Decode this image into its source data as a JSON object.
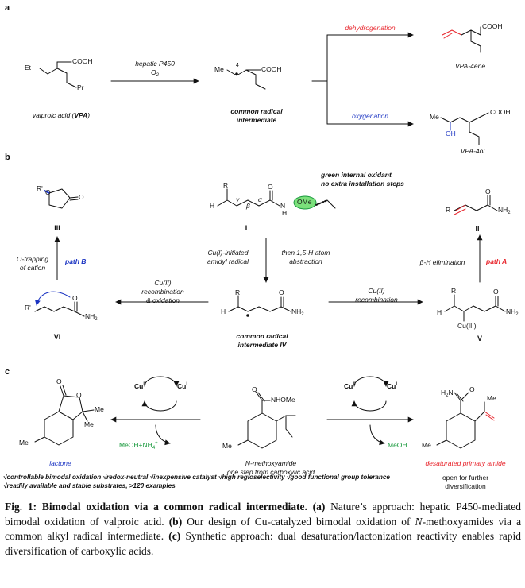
{
  "panels": {
    "a": "a",
    "b": "b",
    "c": "c"
  },
  "panel_a": {
    "vpa_label_pre": "valproic acid (",
    "vpa_label_bold": "VPA",
    "vpa_label_post": ")",
    "reagent_line1": "hepatic P450",
    "reagent_line2_pre": "O",
    "reagent_line2_sub": "2",
    "intermediate_line1": "common radical",
    "intermediate_line2": "intermediate",
    "position_label": "4",
    "route_top": "dehydrogenation",
    "route_bottom": "oxygenation",
    "product_top": "VPA-4ene",
    "product_bottom": "VPA-4ol",
    "atoms": {
      "et": "Et",
      "pr": "Pr",
      "cooh": "COOH",
      "me": "Me",
      "oh": "OH"
    }
  },
  "panel_b": {
    "oxidant_line1": "green internal oxidant",
    "oxidant_line2": "no extra installation steps",
    "ome": "OMe",
    "nh": "N",
    "h": "H",
    "r": "R",
    "r_prime": "R'",
    "gamma": "γ",
    "beta": "β",
    "alpha": "α",
    "nh2": "NH",
    "nh2_sub": "2",
    "o": "O",
    "cu3": "Cu(III)",
    "compound_I": "I",
    "compound_II": "II",
    "compound_III": "III",
    "compound_V": "V",
    "compound_VI": "VI",
    "step_left1": "Cu(I)-initiated",
    "step_left2": "amidyl radical",
    "step_right1": "then 1,5-H atom",
    "step_right2": "abstraction",
    "recomb_ox1": "Cu(II)",
    "recomb_ox2": "recombination",
    "recomb_ox3": "& oxidation",
    "recomb1": "Cu(II)",
    "recomb2": "recombination",
    "otrap1": "O-trapping",
    "otrap2": "of cation",
    "path_b": "path B",
    "path_a": "path A",
    "beta_h_elim": "β-H elimination",
    "iv_line1": "common radical",
    "iv_line2": "intermediate IV"
  },
  "panel_c": {
    "lactone": "lactone",
    "nmethoxy": "N-methoxyamide",
    "nmethoxy_sub": "one step from carboxylic acid",
    "desat": "desaturated primary amide",
    "open1": "open for further",
    "open2": "diversification",
    "meoh_nh4": "MeOH+NH",
    "meoh_nh4_sub": "4",
    "meoh_nh4_sup": "+",
    "meoh": "MeOH",
    "cu_ii": "Cu",
    "cu_ii_sup": "II",
    "cu_i": "Cu",
    "cu_i_sup": "I",
    "nhome": "NHOMe",
    "h2n": "H",
    "h2n_sub": "2",
    "h2n_tail": "N",
    "me": "Me",
    "o": "O"
  },
  "benefits": {
    "line1": "√controllable bimodal oxidation √redox-neutral √inexpensive catalyst √high regioselectivity √good functional group tolerance",
    "line2": "√readily available and stable substrates, >120 examples"
  },
  "caption": {
    "title": "Fig. 1: Bimodal oxidation via a common radical intermediate.",
    "a_tag": "(a)",
    "a_text": "Nature’s approach: hepatic P450-mediated bimodal oxidation of valproic acid.",
    "b_tag": "(b)",
    "b_text_pre": "Our design of Cu-catalyzed bimodal oxidation of",
    "b_text_n": "N",
    "b_text_post": "-methoxyamides via a common alkyl radical intermediate.",
    "c_tag": "(c)",
    "c_text": "Synthetic approach: dual desaturation/lactonization reactivity enables rapid diversification of carboxylic acids."
  },
  "colors": {
    "red": "#e8262d",
    "blue": "#1a33c2",
    "green": "#1a9a3e",
    "highlight": "#7be07b",
    "ink": "#111111"
  }
}
